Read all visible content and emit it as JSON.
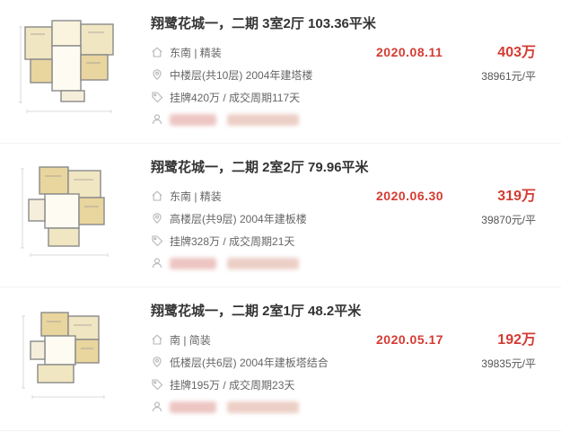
{
  "page": {
    "background": "#ffffff",
    "accent_red": "#d43b33",
    "text_gray": "#666666"
  },
  "icons": {
    "house": "house-icon",
    "pin": "location-pin-icon",
    "tag": "listing-tag-icon",
    "person": "agent-person-icon"
  },
  "listings": [
    {
      "title": "翔鹭花城一，二期 3室2厅 103.36平米",
      "orientation_decoration": "东南 | 精装",
      "floor_building": "中楼层(共10层) 2004年建塔楼",
      "listing_cycle": "挂牌420万 / 成交周期117天",
      "deal_date": "2020.08.11",
      "total_price": "403万",
      "unit_price": "38961元/平"
    },
    {
      "title": "翔鹭花城一，二期 2室2厅 79.96平米",
      "orientation_decoration": "东南 | 精装",
      "floor_building": "高楼层(共9层) 2004年建板楼",
      "listing_cycle": "挂牌328万 / 成交周期21天",
      "deal_date": "2020.06.30",
      "total_price": "319万",
      "unit_price": "39870元/平"
    },
    {
      "title": "翔鹭花城一，二期 2室1厅 48.2平米",
      "orientation_decoration": "南 | 简装",
      "floor_building": "低楼层(共6层) 2004年建板塔结合",
      "listing_cycle": "挂牌195万 / 成交周期23天",
      "deal_date": "2020.05.17",
      "total_price": "192万",
      "unit_price": "39835元/平"
    }
  ]
}
